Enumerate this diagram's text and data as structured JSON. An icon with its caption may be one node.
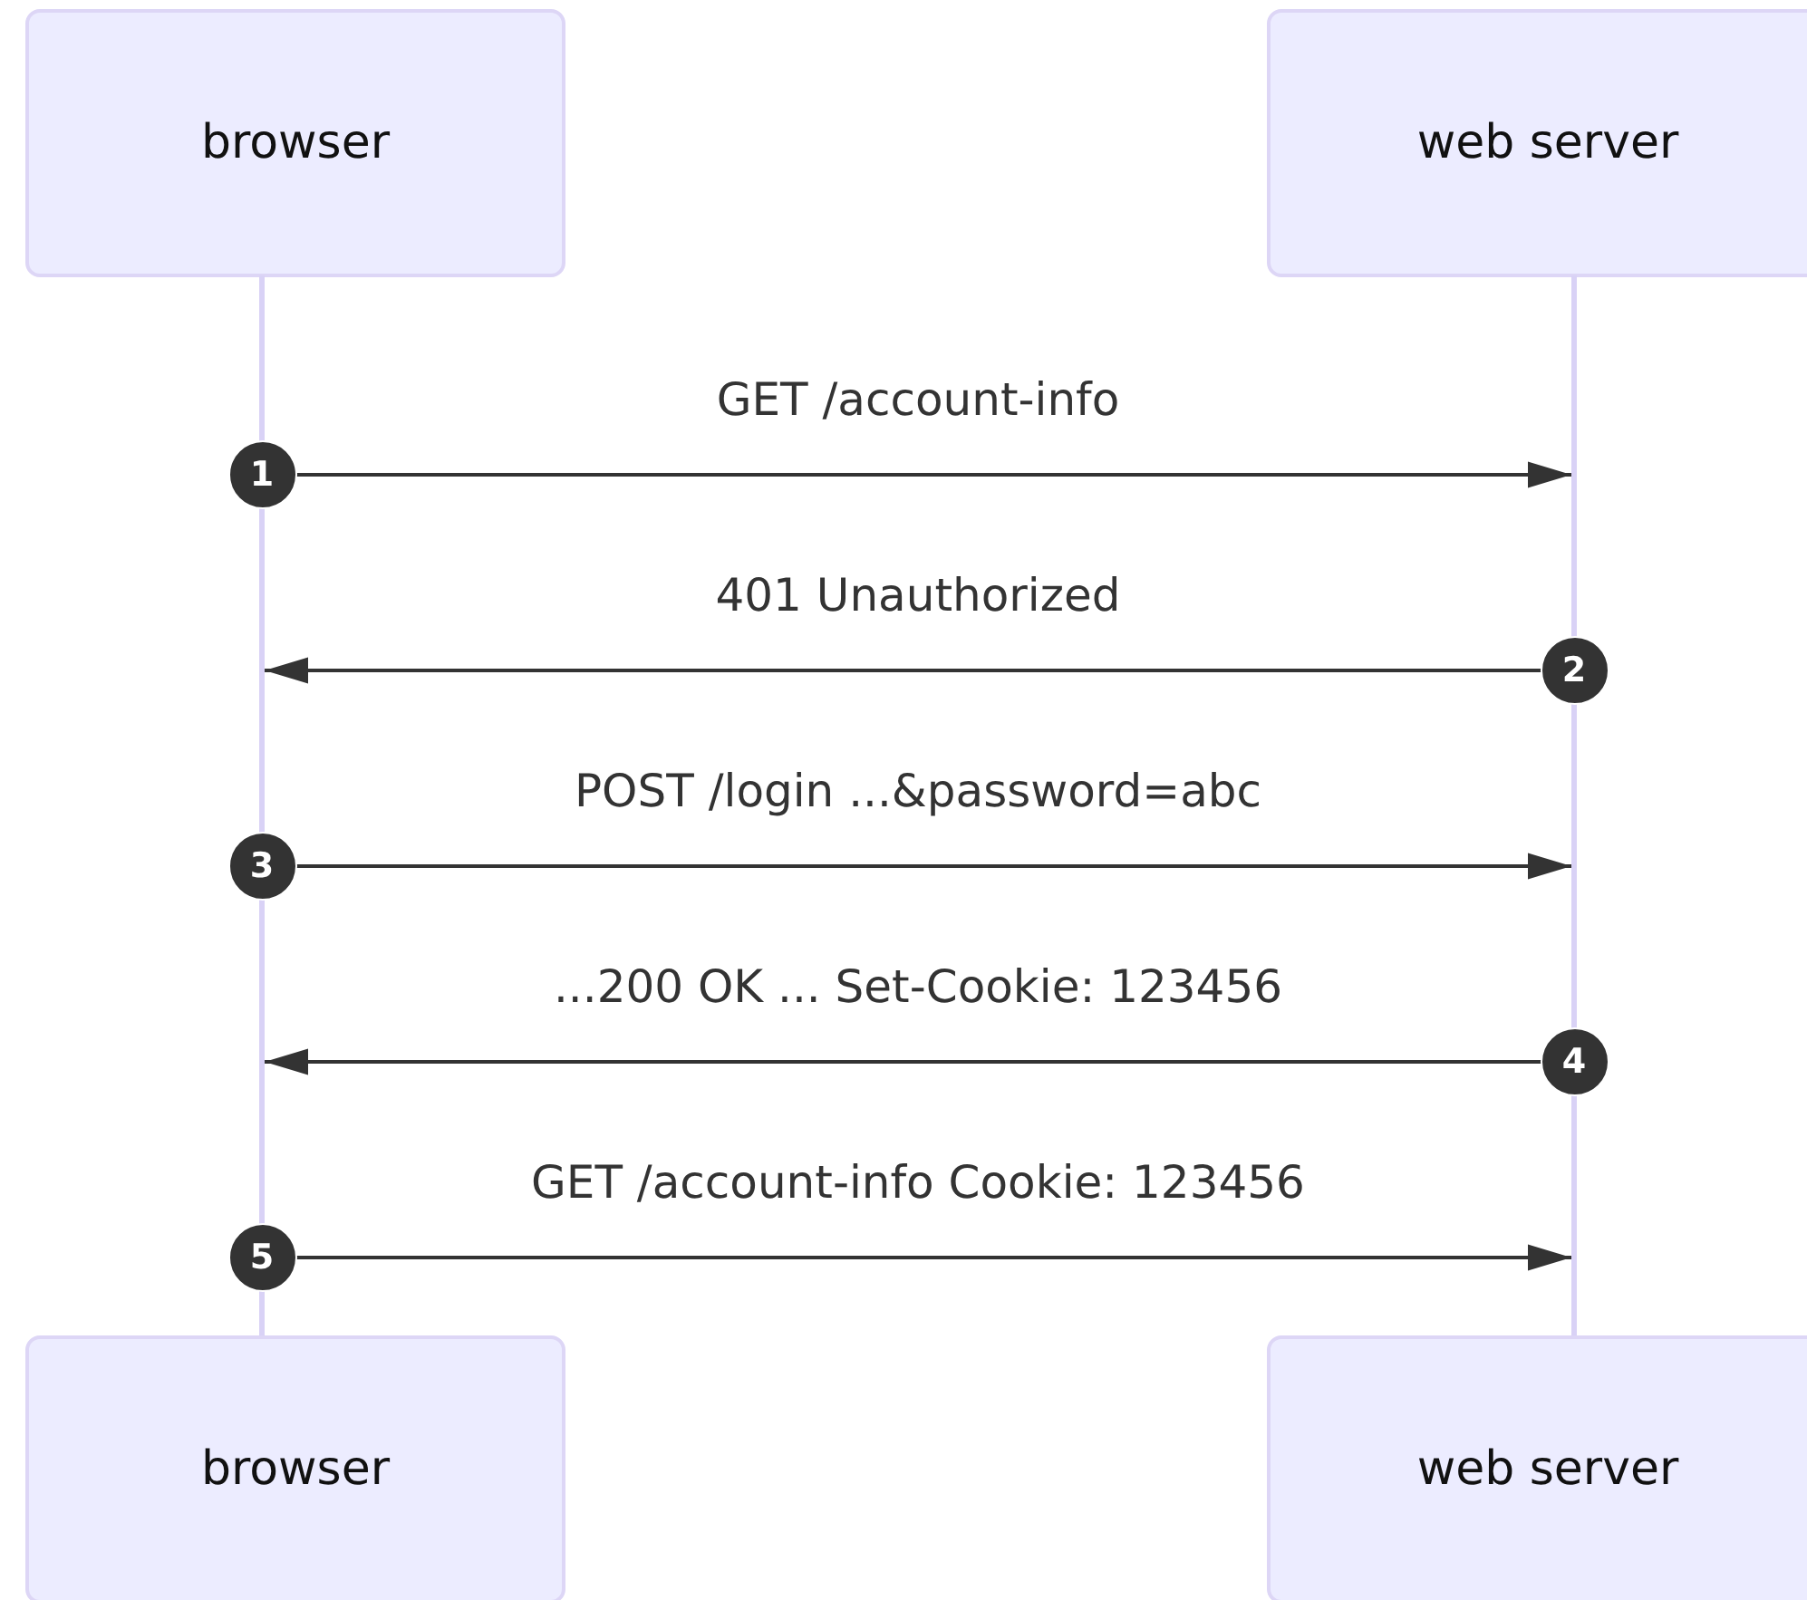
{
  "diagram": {
    "nodes": [
      {
        "text": [
          "browser"
        ]
      },
      {
        "text": [
          "web server"
        ]
      },
      {
        "text": [],
        "shape": "bar"
      },
      {
        "text": [],
        "shape": "bar"
      },
      {
        "text": [
          "browser"
        ]
      },
      {
        "text": [
          "web server"
        ]
      }
    ],
    "edges": [
      {
        "from": 2,
        "to": 3,
        "arrow": "to",
        "label": "GET /account-info"
      },
      {
        "from": 3,
        "to": 2,
        "arrow": "to",
        "label": "401 Unauthorized"
      },
      {
        "from": 2,
        "to": 3,
        "arrow": "to",
        "label": "POST /login ...&password=abc"
      },
      {
        "from": 3,
        "to": 2,
        "arrow": "to",
        "label": "...200 OK ... Set-Cookie: 123456"
      },
      {
        "from": 2,
        "to": 3,
        "arrow": "to",
        "label": "GET /account-info Cookie: 123456"
      }
    ],
    "labels": [
      "1",
      "2",
      "3",
      "4",
      "5"
    ]
  }
}
